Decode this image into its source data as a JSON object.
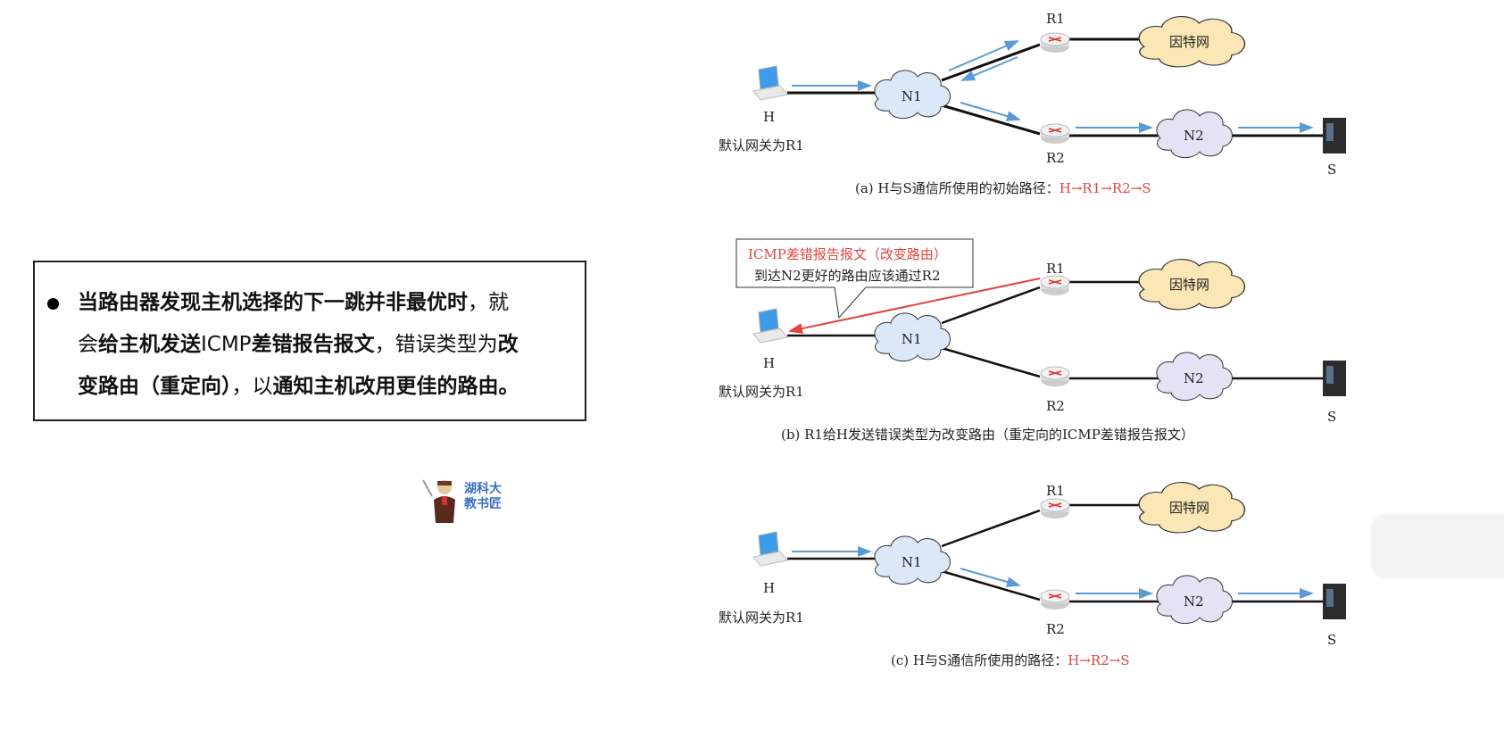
{
  "note": {
    "line1_bold": "当路由器发现主机选择的下一跳并非最优时",
    "line1_rest": "，就",
    "line2_a": "会",
    "line2_bold": "给主机发送",
    "line2_icmp": "ICMP",
    "line2_bold2": "差错报告报文",
    "line2_rest": "，错误类型为",
    "line2_bold3": "改",
    "line3_bold": "变路由（重定向）",
    "line3_rest": "，以",
    "line3_bold2": "通知主机改用更佳的路由。"
  },
  "logo": {
    "line1": "湖科大",
    "line2": "教书匠"
  },
  "diagram": {
    "host": "H",
    "gateway_note": "默认网关为R1",
    "n1": "N1",
    "n2": "N2",
    "r1": "R1",
    "r2": "R2",
    "internet": "因特网",
    "server": "S",
    "colors": {
      "arrow": "#5b9bd5",
      "redirect": "#e0443e",
      "cloud_blue": "#dbe8f8",
      "cloud_purple": "#e6e2f6",
      "cloud_yellow": "#fbe7b5"
    }
  },
  "panels": [
    {
      "caption": "(a) H与S通信所使用的初始路径：",
      "path": "H→R1→R2→S"
    },
    {
      "caption": "(b) R1给H发送错误类型为改变路由（重定向的ICMP差错报告报文）",
      "callout_title": "ICMP差错报告报文（改变路由）",
      "callout_body": "到达N2更好的路由应该通过R2"
    },
    {
      "caption": "(c) H与S通信所使用的路径：",
      "path": "H→R2→S"
    }
  ]
}
